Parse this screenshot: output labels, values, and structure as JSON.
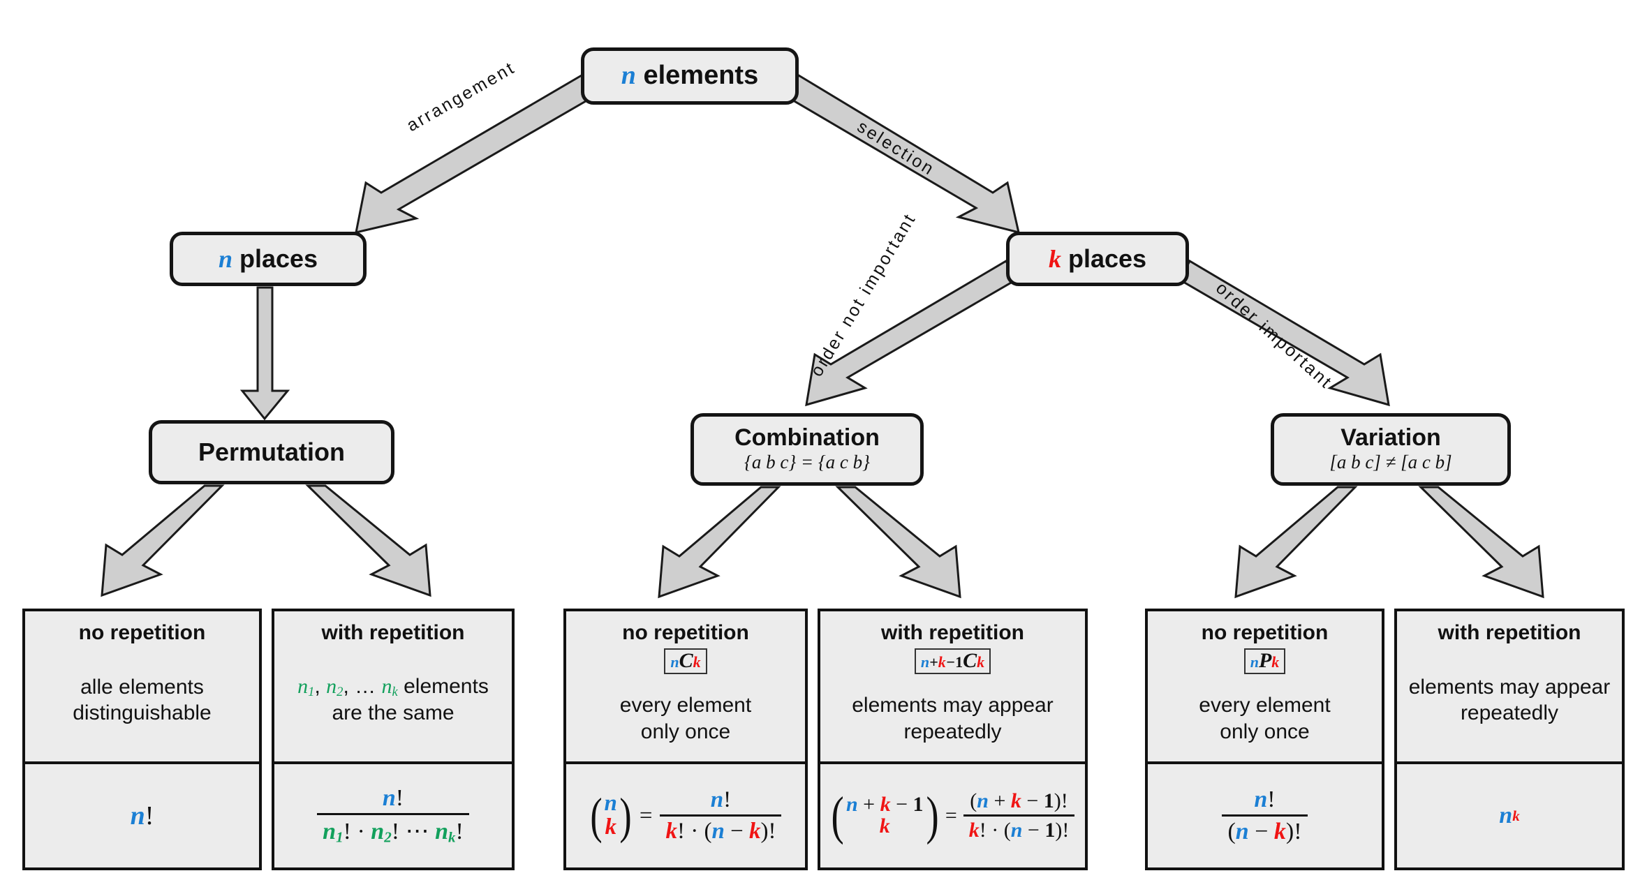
{
  "diagram": {
    "title": "Combinatorics decision tree",
    "colors": {
      "n": "#1B7FD4",
      "k": "#F01414",
      "group": "#12A05C",
      "node_fill": "#ECECEC",
      "arrow_fill": "#CFCFCF",
      "border": "#141414"
    },
    "root": {
      "var": "n",
      "label": "elements"
    },
    "level2": [
      {
        "id": "n-places",
        "var": "n",
        "label": "places"
      },
      {
        "id": "k-places",
        "var": "k",
        "label": "places"
      }
    ],
    "level3": [
      {
        "id": "permutation",
        "title": "Permutation",
        "sub": ""
      },
      {
        "id": "combination",
        "title": "Combination",
        "sub": "{a b c} = {a c b}"
      },
      {
        "id": "variation",
        "title": "Variation",
        "sub": "[a b c] ≠ [a c b]"
      }
    ],
    "edge_labels": {
      "arrangement": "arrangement",
      "selection": "selection",
      "order_not_important": "order not important",
      "order_important": "order important"
    },
    "leaves": [
      {
        "id": "perm-no-rep",
        "head": "no repetition",
        "notation": "",
        "desc_line1": "alle elements",
        "desc_line2": "distinguishable",
        "formula": "n!"
      },
      {
        "id": "perm-with-rep",
        "head": "with repetition",
        "notation": "",
        "desc_line1": "n₁, n₂, … nₖ elements",
        "desc_line2": "are the same",
        "formula": "n! / (n₁! · n₂! ⋯ nₖ!)"
      },
      {
        "id": "comb-no-rep",
        "head": "no repetition",
        "notation": "nCk",
        "desc_line1": "every element",
        "desc_line2": "only once",
        "formula": "(n over k) = n! / (k! · (n − k)!)"
      },
      {
        "id": "comb-with-rep",
        "head": "with repetition",
        "notation": "n+k-1Ck",
        "desc_line1": "elements may appear",
        "desc_line2": "repeatedly",
        "formula": "(n + k − 1 over k) = (n + k − 1)! / (k! · (n − 1)!)"
      },
      {
        "id": "var-no-rep",
        "head": "no repetition",
        "notation": "nPk",
        "desc_line1": "every element",
        "desc_line2": "only once",
        "formula": "n! / (n − k)!"
      },
      {
        "id": "var-with-rep",
        "head": "with repetition",
        "notation": "",
        "desc_line1": "elements may appear",
        "desc_line2": "repeatedly",
        "formula": "n^k"
      }
    ],
    "symbols": {
      "n": "n",
      "k": "k",
      "C": "C",
      "P": "P",
      "fact": "!",
      "dot": "·",
      "ellipsis": "⋯",
      "minus": "−",
      "plus": "+",
      "one": "1",
      "eq": "=",
      "n1": "n",
      "n2": "n",
      "nk": "n",
      "s1": "1",
      "s2": "2",
      "sk": "k",
      "comma": ",",
      "dots": "…",
      "lparen": "(",
      "rparen": ")"
    }
  }
}
